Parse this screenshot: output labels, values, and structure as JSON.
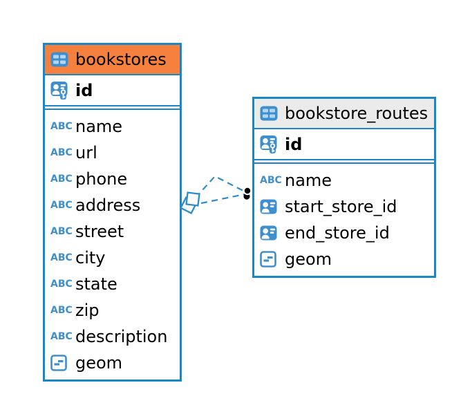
{
  "diagram": {
    "kind": "entity-relationship",
    "background": "#FFFFFF"
  },
  "colors": {
    "table_border": "#1787C8",
    "icon_blue": "#3E8FD0",
    "relation_line": "#2B8CCB",
    "relation_dot": "#000000",
    "bookstores_header": "#F6813E",
    "bookstore_routes_header": "#EBEBEB",
    "text": "#000000"
  },
  "icons": {
    "table_icon": "table-grid-2x2",
    "primary_key_icon": "person-badge-with-key",
    "ref_icon": "person-badge",
    "geometry_icon": "square-with-dashes",
    "text_type_glyph": "ABC"
  },
  "tables": [
    {
      "name": "bookstores",
      "header_color": "#F6813E",
      "pk": "id",
      "columns": [
        {
          "name": "name",
          "type": "text"
        },
        {
          "name": "url",
          "type": "text"
        },
        {
          "name": "phone",
          "type": "text"
        },
        {
          "name": "address",
          "type": "text"
        },
        {
          "name": "street",
          "type": "text"
        },
        {
          "name": "city",
          "type": "text"
        },
        {
          "name": "state",
          "type": "text"
        },
        {
          "name": "zip",
          "type": "text"
        },
        {
          "name": "description",
          "type": "text"
        },
        {
          "name": "geom",
          "type": "geom"
        }
      ]
    },
    {
      "name": "bookstore_routes",
      "header_color": "#EBEBEB",
      "pk": "id",
      "columns": [
        {
          "name": "name",
          "type": "text"
        },
        {
          "name": "start_store_id",
          "type": "ref"
        },
        {
          "name": "end_store_id",
          "type": "ref"
        },
        {
          "name": "geom",
          "type": "geom"
        }
      ]
    }
  ],
  "relations": [
    {
      "from": "bookstore_routes",
      "to": "bookstores",
      "style": "dashed"
    },
    {
      "from": "bookstore_routes",
      "to": "bookstores",
      "style": "dashed"
    }
  ]
}
